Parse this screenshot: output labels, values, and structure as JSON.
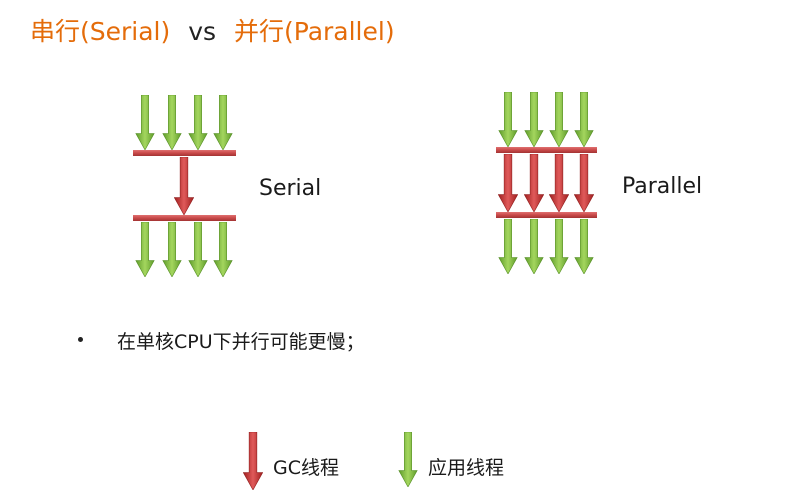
{
  "title": {
    "part1": "串行(Serial)",
    "separator": "vs",
    "part2": "并行(Parallel)"
  },
  "serial_label": "Serial",
  "parallel_label": "Parallel",
  "bullet": "在单核CPU下并行可能更慢；",
  "legend": {
    "gc": "GC线程",
    "app": "应用线程"
  },
  "colors": {
    "title_orange": "#E46C0A",
    "gc_red": "#C0392B",
    "app_green": "#7CB342",
    "bar_red": "#C94A4A"
  },
  "icons": {
    "gc": "red-down-arrow-icon",
    "app": "green-down-arrow-icon"
  }
}
